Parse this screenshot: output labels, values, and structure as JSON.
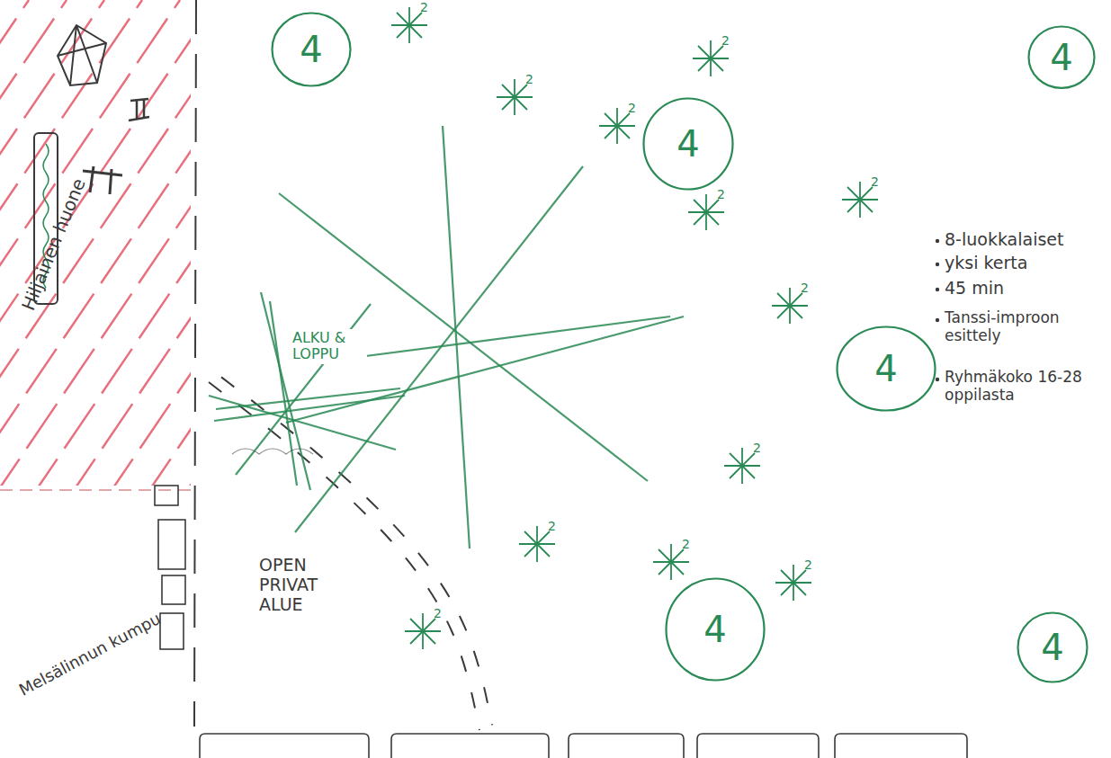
{
  "diagram": {
    "nodes": [
      {
        "text": [
          "4"
        ]
      },
      {
        "text": [
          "4"
        ]
      },
      {
        "text": [
          "4"
        ]
      },
      {
        "text": [
          "4"
        ]
      },
      {
        "text": [
          "4"
        ]
      },
      {
        "text": [
          "4"
        ]
      }
    ],
    "labels": [
      "2",
      "2",
      "2",
      "2",
      "2",
      "2",
      "2",
      "2",
      "2",
      "2",
      "2",
      "2",
      "ALKU & LOPPU",
      "8-luokkalaiset",
      "yksi kerta",
      "45 min",
      "Tanssi-improon esittely",
      "Ryhmäkoko 16-28 oppilasta",
      "OPEN PRIVAT ALUE",
      "Hiljainen huone",
      "Melsälinnun kumpu"
    ]
  }
}
